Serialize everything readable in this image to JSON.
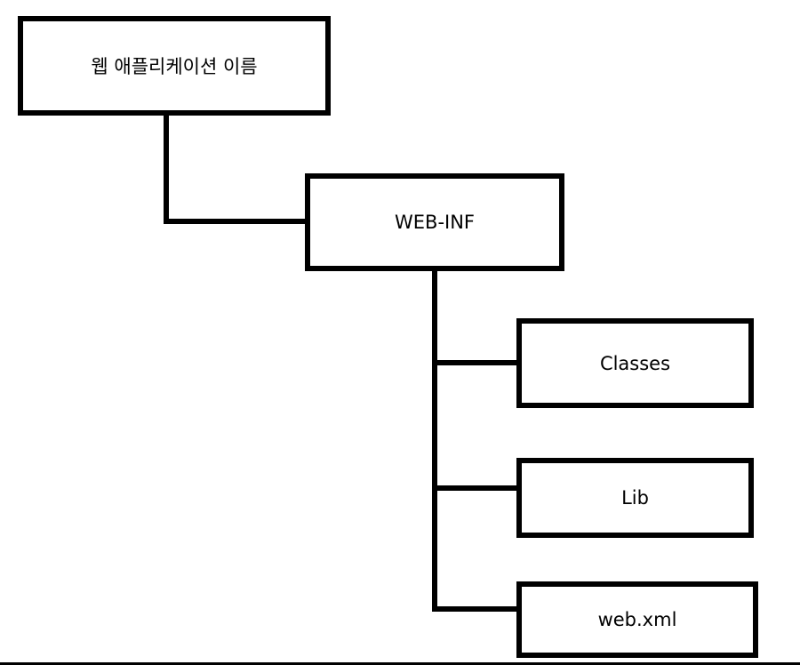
{
  "diagram": {
    "nodes": {
      "root": "웹 애플리케이션 이름",
      "webinf": "WEB-INF",
      "classes": "Classes",
      "lib": "Lib",
      "webxml": "web.xml"
    },
    "edges": [
      {
        "from": "root",
        "to": "webinf"
      },
      {
        "from": "webinf",
        "to": "classes"
      },
      {
        "from": "webinf",
        "to": "lib"
      },
      {
        "from": "webinf",
        "to": "webxml"
      }
    ],
    "colors": {
      "stroke": "#000000",
      "background": "#ffffff"
    }
  }
}
